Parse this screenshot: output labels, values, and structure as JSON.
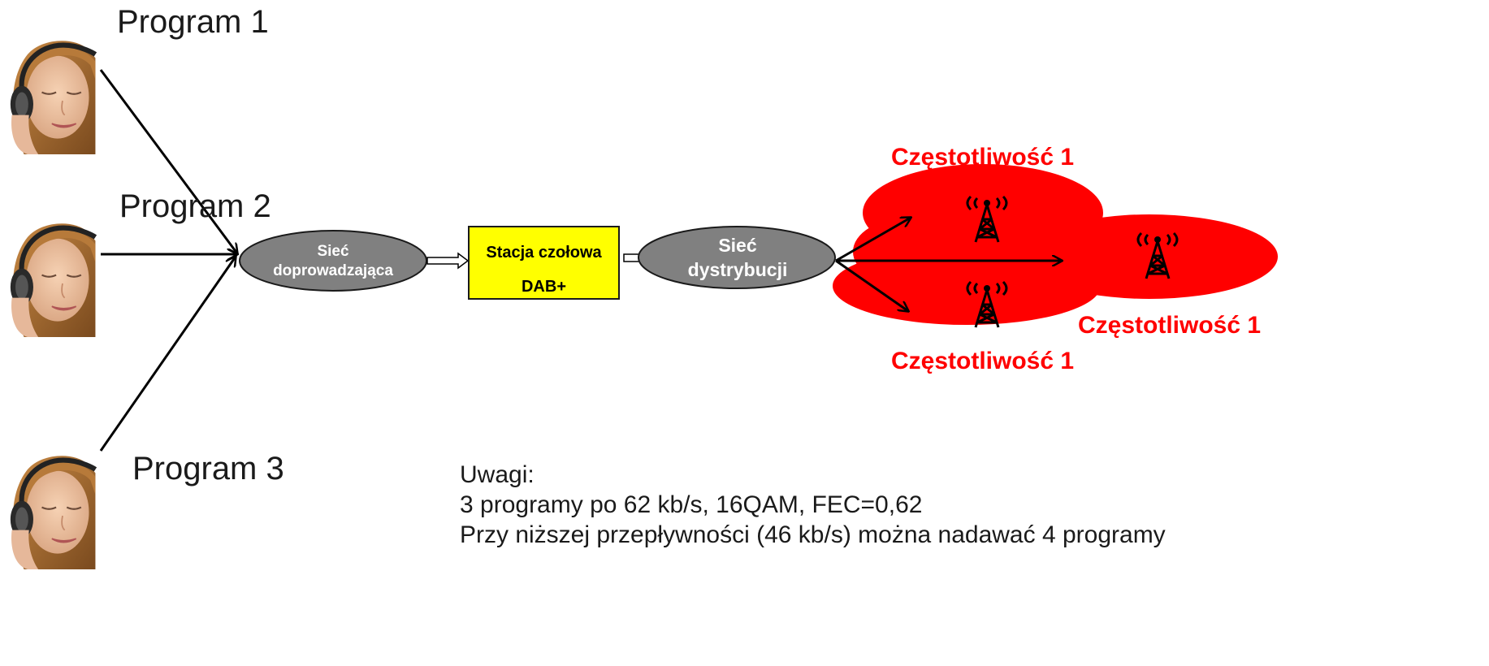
{
  "programs": [
    {
      "label": "Program  1",
      "icon": "listener-headphones-icon"
    },
    {
      "label": "Program  2",
      "icon": "listener-headphones-icon"
    },
    {
      "label": "Program  3",
      "icon": "listener-headphones-icon"
    }
  ],
  "feeder_network": {
    "line1": "Sieć",
    "line2": "doprowadzająca"
  },
  "head_station": {
    "line1": "Stacja czołowa",
    "line2": "DAB+"
  },
  "distribution_network": {
    "line1": "Sieć",
    "line2": "dystrybucji"
  },
  "coverage": {
    "frequency_labels": [
      "Częstotliwość 1",
      "Częstotliwość 1",
      "Częstotliwość 1"
    ],
    "transmitter_icon": "radio-tower-icon"
  },
  "notes": {
    "title": "Uwagi:",
    "line1": "3 programy po 62 kb/s, 16QAM, FEC=0,62",
    "line2": "Przy niższej przepływności (46 kb/s) można nadawać 4 programy"
  },
  "colors": {
    "ellipse_fill": "#808080",
    "head_station_fill": "#ffff00",
    "coverage_fill": "#ff0000",
    "frequency_text": "#ff0000",
    "arrow": "#000000"
  }
}
